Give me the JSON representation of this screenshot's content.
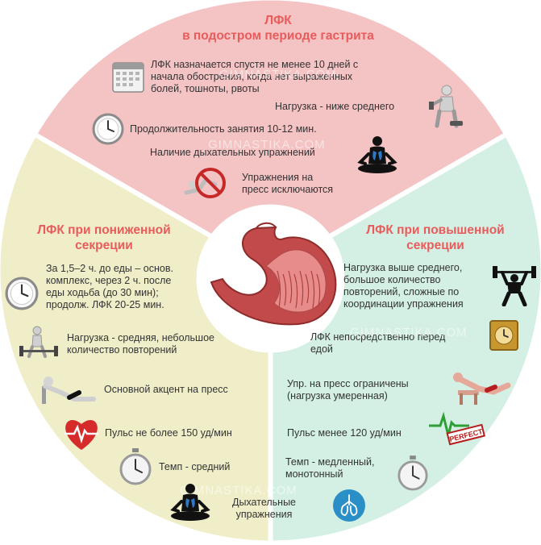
{
  "colors": {
    "top": "#f4c3c4",
    "left": "#f0eec8",
    "right": "#d4f0e4",
    "heading": "#ea5b5b",
    "divider": "#ffffff"
  },
  "watermark": "GIMNASTIKA.COM",
  "top": {
    "title_line1": "ЛФК",
    "title_line2": "в подостром периоде гастрита",
    "items": [
      {
        "icon": "calendar-icon",
        "text_lines": [
          "ЛФК назначается спустя не менее 10 дней с",
          "начала обострения, когда нет выраженных",
          "болей, тошноты, рвоты"
        ]
      },
      {
        "icon": "dumbbell-figure-icon",
        "text_lines": [
          "Нагрузка - ниже среднего"
        ]
      },
      {
        "icon": "clock-icon",
        "text_lines": [
          "Продолжительность занятия 10-12 мин."
        ]
      },
      {
        "icon": "meditation-lungs-icon",
        "text_lines": [
          "Наличие дыхательных упражнений"
        ]
      },
      {
        "icon": "no-situps-icon",
        "text_lines": [
          "Упражнения на",
          "пресс исключаются"
        ]
      }
    ]
  },
  "left": {
    "title_line1": "ЛФК при пониженной",
    "title_line2": "секреции",
    "items": [
      {
        "icon": "clock-icon",
        "text_lines": [
          "За 1,5–2 ч. до еды – основ.",
          "комплекс, через 2 ч. после",
          "еды ходьба (до 30 мин);",
          "продолж. ЛФК 20-25 мин."
        ]
      },
      {
        "icon": "barbell-figure-icon",
        "text_lines": [
          "Нагрузка - средняя, небольшое",
          "количество повторений"
        ]
      },
      {
        "icon": "situps-icon",
        "text_lines": [
          "Основной акцент на пресс"
        ]
      },
      {
        "icon": "heart-pulse-icon",
        "text_lines": [
          "Пульс не более 150 уд/мин"
        ]
      },
      {
        "icon": "stopwatch-icon",
        "text_lines": [
          "Темп - средний"
        ]
      },
      {
        "icon": "meditation-lungs-icon",
        "text_lines": [
          "Дыхательные",
          "упражнения"
        ]
      }
    ]
  },
  "right": {
    "title_line1": "ЛФК при повышенной",
    "title_line2": "секреции",
    "items": [
      {
        "icon": "weightlifter-icon",
        "text_lines": [
          "Нагрузка выше среднего,",
          "большое количество",
          "повторений, сложные по",
          "координации упражнения"
        ]
      },
      {
        "icon": "clock-icon",
        "text_lines": [
          "ЛФК непосредственно перед",
          "едой"
        ]
      },
      {
        "icon": "situps-icon",
        "text_lines": [
          "Упр. на пресс ограничены",
          "(нагрузка умеренная)"
        ]
      },
      {
        "icon": "pulse-perfect-icon",
        "text_lines": [
          "Пульс менее 120 уд/мин"
        ],
        "badge": "PERFECT"
      },
      {
        "icon": "stopwatch-icon",
        "text_lines": [
          "Темп - медленный,",
          "монотонный"
        ]
      },
      {
        "icon": "lungs-icon",
        "text_lines": []
      }
    ]
  }
}
